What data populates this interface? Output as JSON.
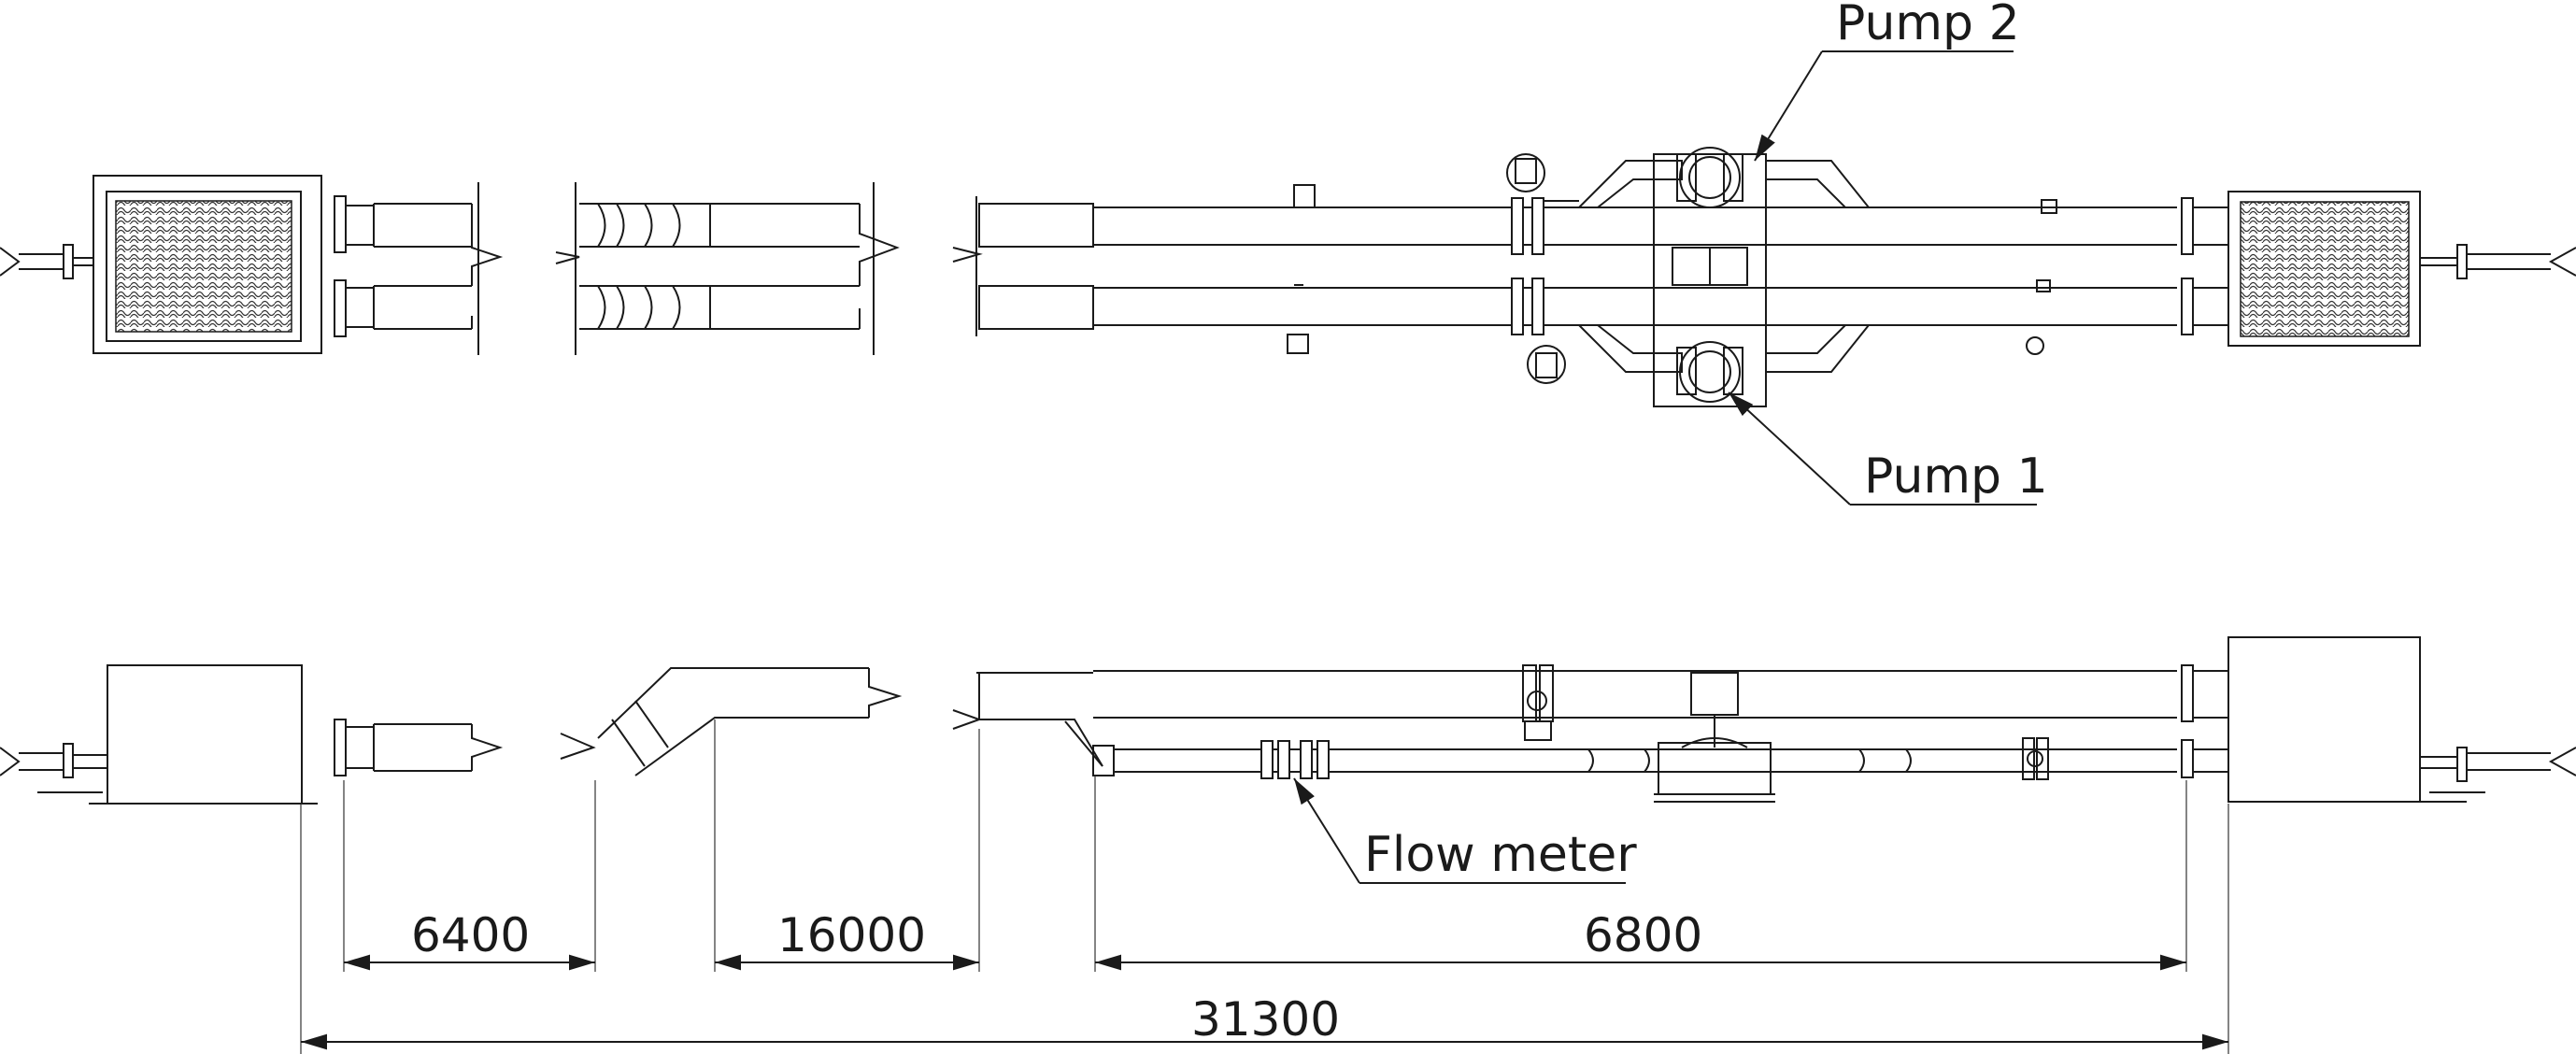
{
  "labels": {
    "pump2": "Pump 2",
    "pump1": "Pump 1",
    "flow_meter": "Flow meter"
  },
  "dimensions": {
    "d1": "6400",
    "d2": "16000",
    "d3": "6800",
    "d4": "31300"
  },
  "colors": {
    "line": "#1a1a1a",
    "background": "#ffffff"
  }
}
